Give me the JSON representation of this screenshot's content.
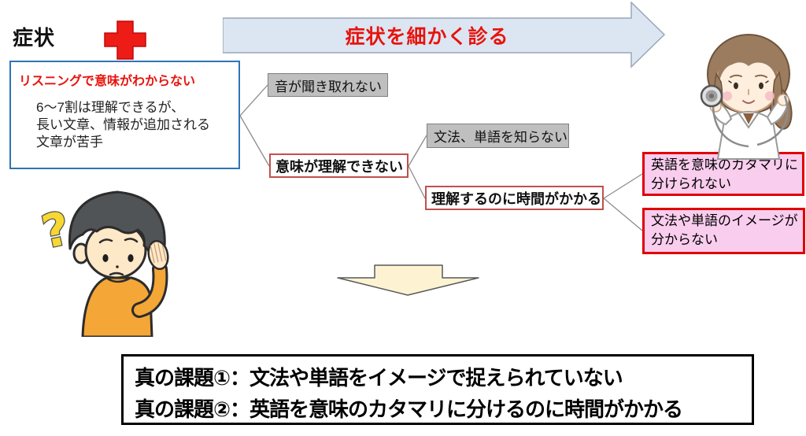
{
  "colors": {
    "accent_red": "#e8130c",
    "blue_box_border": "#2e75b6",
    "banner_fill": "#dce6f2",
    "banner_border": "#9aa6b6",
    "gray_node_fill": "#bfbfbf",
    "gray_node_border": "#7f7f7f",
    "soft_red_border": "#c0504d",
    "pink_fill": "#f9cdee",
    "pink_border": "#e00000",
    "cream_arrow_fill": "#fdf3d3",
    "connector_gray": "#8c8c8c"
  },
  "header": {
    "title": "症状",
    "banner_label": "症状を細かく診る"
  },
  "symptom_box": {
    "heading": "リスニングで意味がわからない",
    "line1": "6〜7割は理解できるが、",
    "line2": "長い文章、情報が追加される",
    "line3": "文章が苦手"
  },
  "nodes": {
    "sound": "音が聞き取れない",
    "meaning": "意味が理解できない",
    "grammar": "文法、単語を知らない",
    "time": "理解するのに時間がかかる",
    "chunk_line1": "英語を意味のカタマリに",
    "chunk_line2": "分けられない",
    "image_line1": "文法や単語のイメージが",
    "image_line2": "分からない"
  },
  "conclusion": {
    "line1": "真の課題①：文法や単語をイメージで捉えられていない",
    "line2": "真の課題②：英語を意味のカタマリに分けるのに時間がかかる"
  },
  "icons": {
    "red_cross": "red-cross",
    "banner_arrow": "right-arrow-banner",
    "down_arrow": "down-arrow",
    "doctor": "doctor-with-stethoscope",
    "boy": "boy-listening-with-question-mark"
  }
}
